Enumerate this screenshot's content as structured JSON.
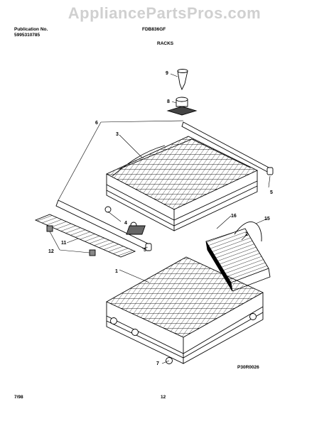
{
  "watermark": "AppliancePartsPros.com",
  "header": {
    "publication_label": "Publication No.",
    "publication_number": "5995310785",
    "model": "FDB836GF",
    "section_title": "RACKS"
  },
  "footer": {
    "date": "7/98",
    "page": "12",
    "figure_code": "P30R0026"
  },
  "callouts": [
    "9",
    "8",
    "6",
    "3",
    "5",
    "4",
    "5",
    "16",
    "15",
    "2",
    "12",
    "11",
    "1",
    "7"
  ]
}
